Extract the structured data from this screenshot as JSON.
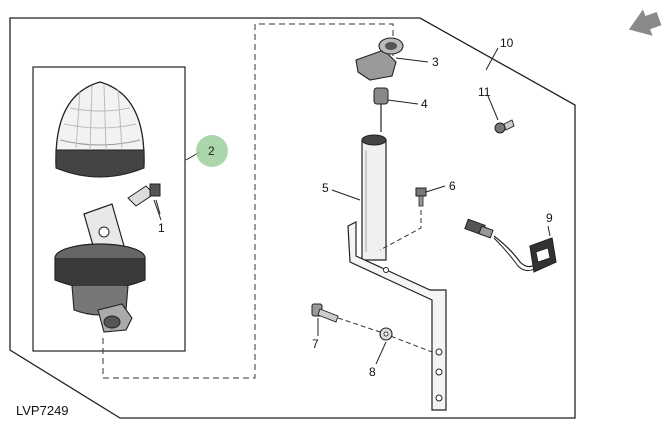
{
  "drawing_id": "LVP7249",
  "highlighted_callout": "2",
  "callouts": {
    "c1": "1",
    "c2": "2",
    "c3": "3",
    "c4": "4",
    "c5": "5",
    "c6": "6",
    "c7": "7",
    "c8": "8",
    "c9": "9",
    "c10": "10",
    "c11": "11"
  },
  "colors": {
    "line": "#1a1a1a",
    "highlight": "#9ccf9c",
    "nav_arrow": "#8a8a8a"
  },
  "icons": {
    "nav": "next-arrow-icon"
  }
}
